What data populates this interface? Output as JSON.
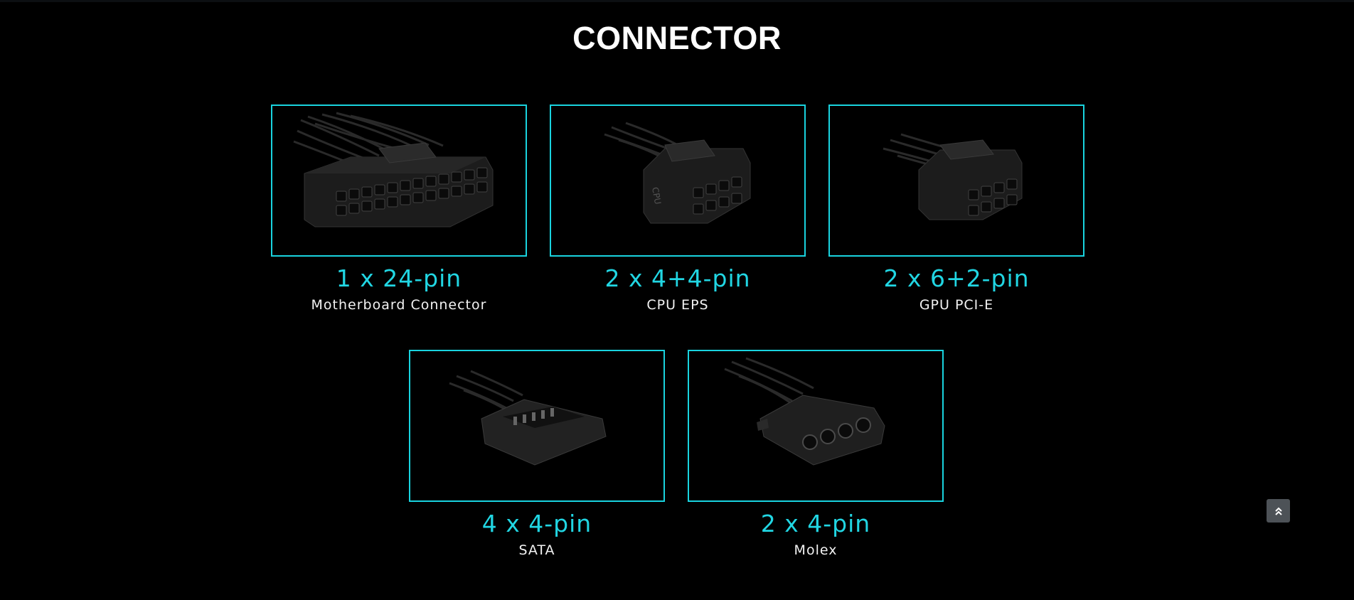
{
  "page": {
    "title": "CONNECTOR",
    "accent_color": "#19d3df"
  },
  "connectors": [
    {
      "spec": "1 x 24-pin",
      "label": "Motherboard Connector",
      "image": "atx-24pin-connector-image"
    },
    {
      "spec": "2 x 4+4-pin",
      "label": "CPU EPS",
      "image": "cpu-eps-connector-image"
    },
    {
      "spec": "2 x 6+2-pin",
      "label": "GPU PCI-E",
      "image": "pcie-connector-image"
    },
    {
      "spec": "4 x 4-pin",
      "label": "SATA",
      "image": "sata-connector-image"
    },
    {
      "spec": "2 x 4-pin",
      "label": "Molex",
      "image": "molex-connector-image"
    }
  ],
  "scroll_top": {
    "icon": "double-chevron-up-icon"
  }
}
